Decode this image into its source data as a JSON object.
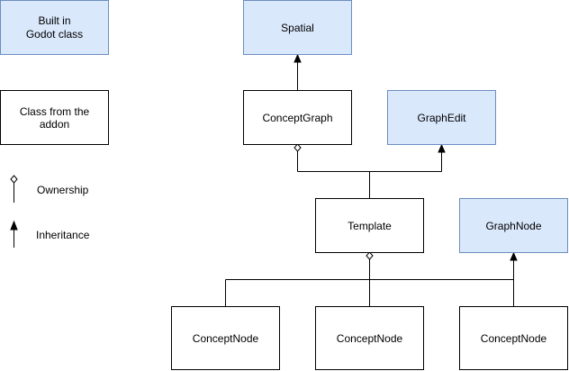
{
  "colors": {
    "builtin_fill": "#dae8fc",
    "builtin_stroke": "#6c8ebf",
    "addon_fill": "#ffffff",
    "addon_stroke": "#000000",
    "line": "#000000"
  },
  "legend": {
    "builtin_box": {
      "lines": [
        "Built in",
        "Godot class"
      ]
    },
    "addon_box": {
      "lines": [
        "Class from the",
        "addon"
      ]
    },
    "ownership_label": "Ownership",
    "inheritance_label": "Inheritance"
  },
  "nodes": {
    "spatial": {
      "label": "Spatial",
      "kind": "builtin"
    },
    "concept_graph": {
      "label": "ConceptGraph",
      "kind": "addon"
    },
    "graph_edit": {
      "label": "GraphEdit",
      "kind": "builtin"
    },
    "template": {
      "label": "Template",
      "kind": "addon"
    },
    "graph_node": {
      "label": "GraphNode",
      "kind": "builtin"
    },
    "concept_node_1": {
      "label": "ConceptNode",
      "kind": "addon"
    },
    "concept_node_2": {
      "label": "ConceptNode",
      "kind": "addon"
    },
    "concept_node_3": {
      "label": "ConceptNode",
      "kind": "addon"
    }
  },
  "relations": [
    {
      "from": "concept_graph",
      "to": "spatial",
      "type": "inheritance"
    },
    {
      "from": "template",
      "to": "concept_graph",
      "type": "ownership"
    },
    {
      "from": "template",
      "to": "graph_edit",
      "type": "inheritance"
    },
    {
      "from": "concept_node_1",
      "to": "template",
      "type": "ownership"
    },
    {
      "from": "concept_node_2",
      "to": "template",
      "type": "ownership"
    },
    {
      "from": "concept_node_3",
      "to": "graph_node",
      "type": "inheritance"
    }
  ]
}
